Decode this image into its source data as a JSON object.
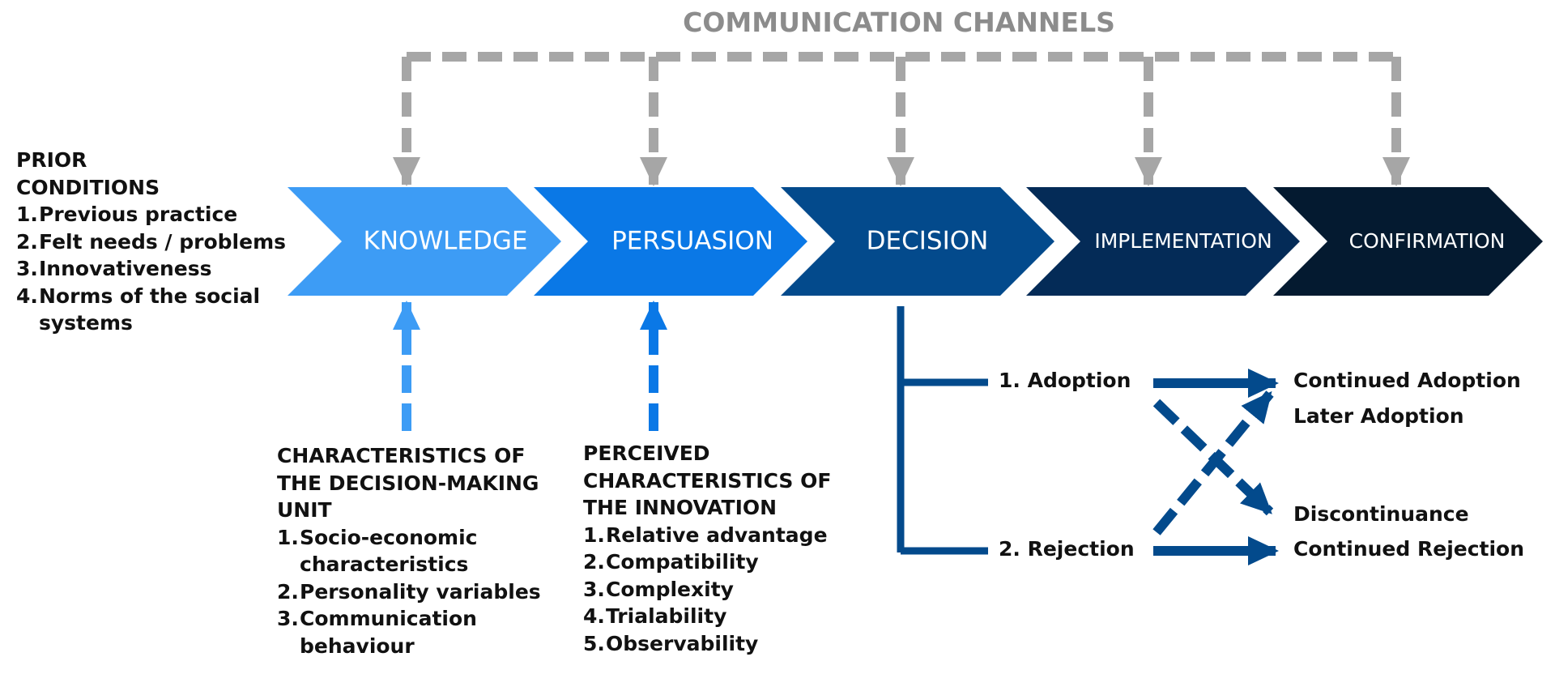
{
  "title": "COMMUNICATION CHANNELS",
  "stages": [
    {
      "label": "KNOWLEDGE",
      "color": "#3d9cf5"
    },
    {
      "label": "PERSUASION",
      "color": "#0a78e6"
    },
    {
      "label": "DECISION",
      "color": "#034a8c"
    },
    {
      "label": "IMPLEMENTATION",
      "color": "#042b57"
    },
    {
      "label": "CONFIRMATION",
      "color": "#041a30"
    }
  ],
  "prior_conditions": {
    "heading_1": "PRIOR",
    "heading_2": "CONDITIONS",
    "items": [
      {
        "num": "1.",
        "text": "Previous practice"
      },
      {
        "num": "2.",
        "text": "Felt needs / problems"
      },
      {
        "num": "3.",
        "text": "Innovativeness"
      },
      {
        "num": "4.",
        "text": "Norms of the social",
        "cont": "systems"
      }
    ]
  },
  "decision_unit": {
    "heading_1": "CHARACTERISTICS OF",
    "heading_2": "THE DECISION-MAKING",
    "heading_3": "UNIT",
    "items": [
      {
        "num": "1.",
        "text": "Socio-economic",
        "cont": "characteristics"
      },
      {
        "num": "2.",
        "text": "Personality variables"
      },
      {
        "num": "3.",
        "text": "Communication",
        "cont": "behaviour"
      }
    ]
  },
  "innovation": {
    "heading_1": "PERCEIVED",
    "heading_2": "CHARACTERISTICS OF",
    "heading_3": "THE INNOVATION",
    "items": [
      {
        "num": "1.",
        "text": "Relative advantage"
      },
      {
        "num": "2.",
        "text": "Compatibility"
      },
      {
        "num": "3.",
        "text": "Complexity"
      },
      {
        "num": "4.",
        "text": "Trialability"
      },
      {
        "num": "5.",
        "text": "Observability"
      }
    ]
  },
  "decision_outcomes": {
    "adoption": "1. Adoption",
    "rejection": "2. Rejection"
  },
  "outcomes": {
    "continued_adoption": "Continued Adoption",
    "later_adoption": "Later Adoption",
    "discontinuance": "Discontinuance",
    "continued_rejection": "Continued Rejection"
  },
  "colors": {
    "channel_gray": "#a6a6a6",
    "title_gray": "#8c8c8c",
    "arrow_light_blue": "#3d9cf5",
    "arrow_bright_blue": "#0a78e6",
    "outcome_navy": "#034a8c",
    "text": "#111111"
  }
}
